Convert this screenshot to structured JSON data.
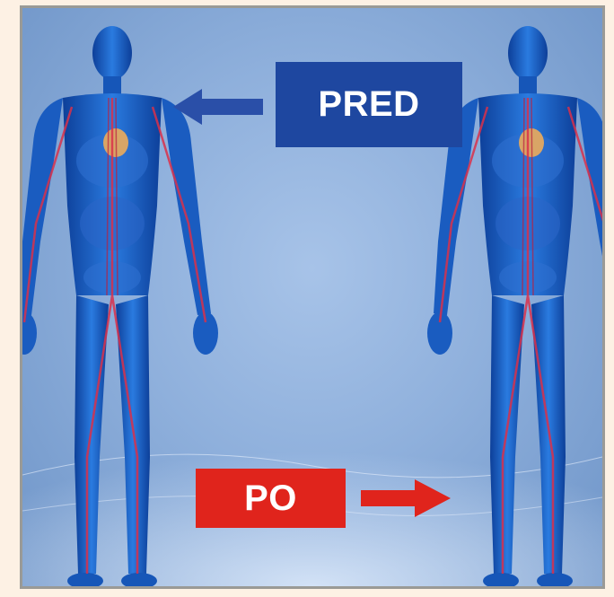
{
  "labels": {
    "pred": "PRED",
    "po": "PO"
  },
  "colors": {
    "pred_box": "#1e47a0",
    "pred_arrow": "#2a4fa8",
    "po_box": "#e0241c",
    "po_arrow": "#e0241c",
    "background": "#8fb0dc",
    "body_blue": "#1b5fc4",
    "vessel_red": "#d9304a"
  },
  "icons": {
    "pred_arrow": "arrow-left-icon",
    "po_arrow": "arrow-right-icon",
    "figure_left": "human-anatomy-figure",
    "figure_right": "human-anatomy-figure"
  }
}
